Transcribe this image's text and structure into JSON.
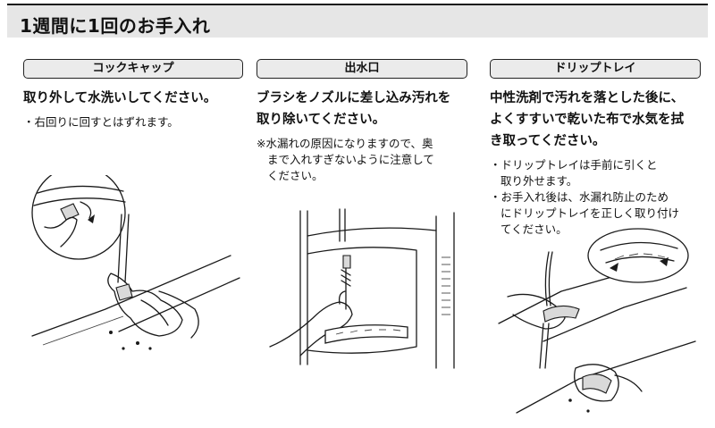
{
  "header": {
    "title": "1週間に1回のお手入れ"
  },
  "columns": [
    {
      "label": "コックキャップ",
      "lead": [
        "取り外して水洗いしてください。"
      ],
      "notes": [
        "・右回りに回すとはずれます。"
      ]
    },
    {
      "label": "出水口",
      "lead": [
        "ブラシをノズルに差し込み汚れを",
        "取り除いてください。"
      ],
      "notes": [
        "※水漏れの原因になりますので、奥",
        "まで入れすぎないように注意して",
        "ください。"
      ]
    },
    {
      "label": "ドリップトレイ",
      "lead": [
        "中性洗剤で汚れを落とした後に、",
        "よくすすいで乾いた布で水気を拭",
        "き取ってください。"
      ],
      "notes": [
        "・ドリップトレイは手前に引くと",
        "取り外せます。",
        "・お手入れ後は、水漏れ防止のため",
        "にドリップトレイを正しく取り付け",
        "てください。"
      ]
    }
  ],
  "icons": {
    "col1": "cap-removal-illustration",
    "col2": "nozzle-brush-illustration",
    "col3": "drip-tray-illustration"
  }
}
